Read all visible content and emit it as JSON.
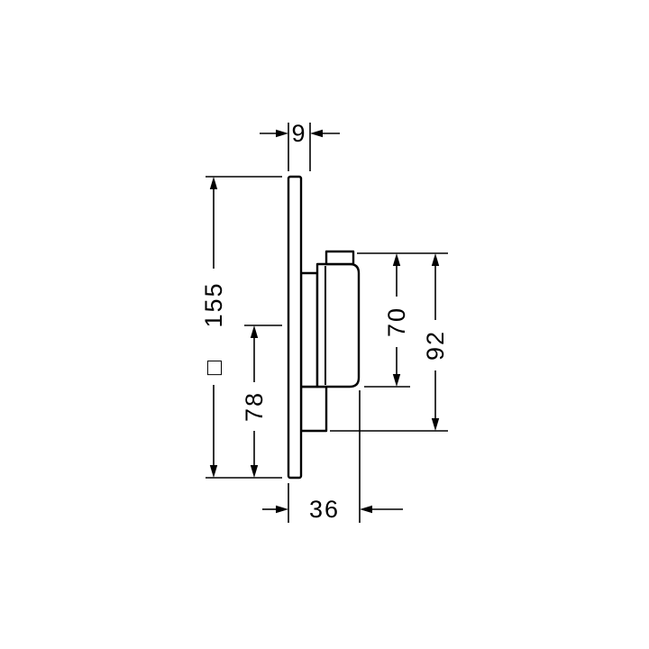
{
  "page": {
    "background": "#ffffff",
    "line_color": "#000000",
    "description": "Technical side-view dimension drawing of a concealed shower valve with square mounting plate"
  },
  "drawing": {
    "dimensions": {
      "plate_thickness": {
        "value": "9"
      },
      "plate_square": {
        "value": "155",
        "symbol": "□"
      },
      "center_to_bottom": {
        "value": "78"
      },
      "body_height": {
        "value": "70"
      },
      "overall_height": {
        "value": "92"
      },
      "depth": {
        "value": "36"
      }
    }
  }
}
